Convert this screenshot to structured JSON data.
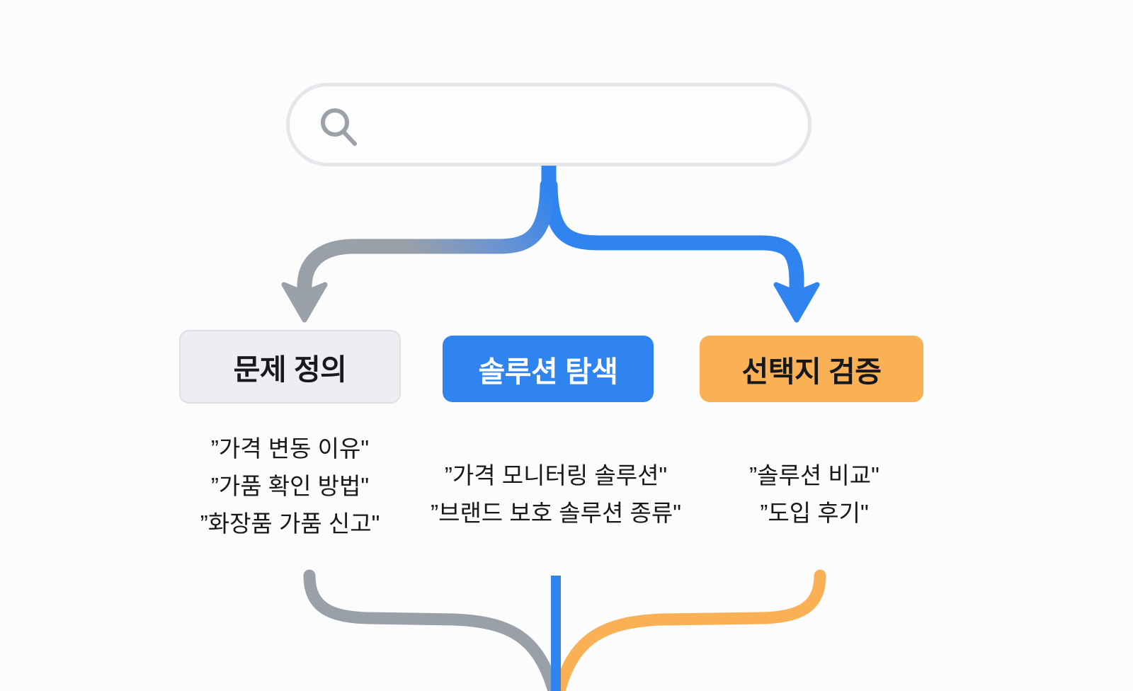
{
  "search": {
    "icon": "search-icon",
    "value": "",
    "placeholder": ""
  },
  "colors": {
    "blue": "#2f84f0",
    "orange": "#fab055",
    "gray": "#9aa0a8",
    "gray_box": "#eceef1",
    "text_dark": "#17191c",
    "text_light": "#ffffff",
    "search_border": "#e3e6ea"
  },
  "stages": [
    {
      "label": "문제 정의",
      "theme": "gray",
      "queries": [
        "”가격 변동 이유\"",
        "”가품 확인 방법\"",
        "”화장품 가품 신고\""
      ]
    },
    {
      "label": "솔루션 탐색",
      "theme": "blue",
      "queries": [
        "”가격 모니터링 솔루션\"",
        "”브랜드 보호 솔루션 종류\""
      ]
    },
    {
      "label": "선택지 검증",
      "theme": "orange",
      "queries": [
        "”솔루션 비교\"",
        "”도입 후기\""
      ]
    }
  ],
  "connectors": {
    "top_stem": "blue-vertical-stem",
    "top_left_arrow": "gray-curved-arrow-down-left",
    "top_right_arrow": "blue-curved-arrow-down-right",
    "bottom_left": "gray-curve-converging",
    "bottom_center": "blue-vertical-line",
    "bottom_right": "orange-curve-converging"
  }
}
